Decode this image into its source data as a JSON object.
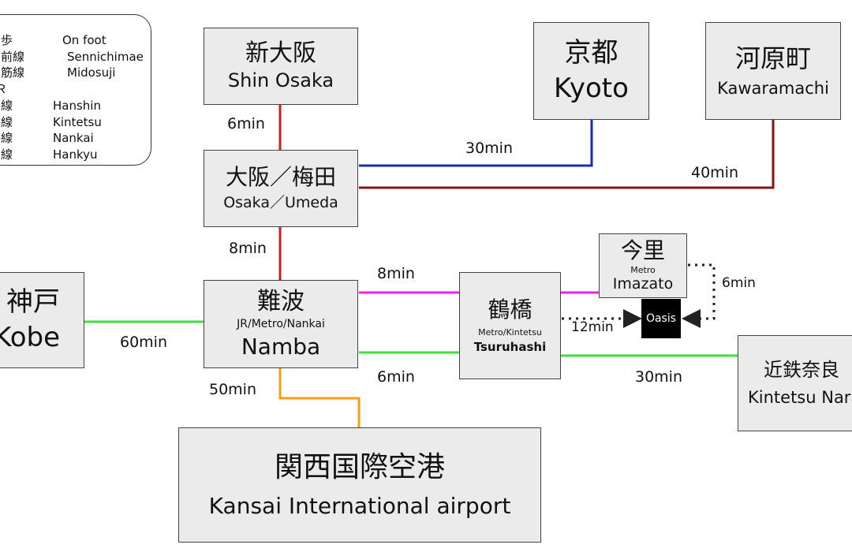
{
  "colors": {
    "jr": "#cc1f1f",
    "hankyu": "#8a1111",
    "keihan": "#1a2fae",
    "metro_sennichimae": "#ee22ee",
    "kintetsu": "#3ee03e",
    "nankai": "#f0a010",
    "on_foot": "#222222"
  },
  "legend": [
    {
      "jp": "徒　歩",
      "en": "On foot"
    },
    {
      "jp": "千日前線",
      "en": "Sennichimae"
    },
    {
      "jp": "御堂筋線",
      "en": "Midosuji"
    },
    {
      "jp": "ＪＲ",
      "en": ""
    },
    {
      "jp": "阪神線",
      "en": "Hanshin"
    },
    {
      "jp": "近鉄線",
      "en": "Kintetsu"
    },
    {
      "jp": "南海線",
      "en": "Nankai"
    },
    {
      "jp": "阪急線",
      "en": "Hankyu"
    }
  ],
  "stations": {
    "shin_osaka": {
      "jp": "新大阪",
      "en": "Shin Osaka"
    },
    "umeda": {
      "jp": "大阪／梅田",
      "en": "Osaka／Umeda"
    },
    "kyoto": {
      "jp": "京都",
      "en": "Kyoto"
    },
    "kawaramachi": {
      "jp": "河原町",
      "en": "Kawaramachi"
    },
    "kobe": {
      "jp": "神戸",
      "en": "Kobe"
    },
    "namba": {
      "jp": "難波",
      "sub": "JR/Metro/Nankai",
      "en": "Namba"
    },
    "imazato": {
      "jp": "今里",
      "sub": "Metro",
      "en": "Imazato"
    },
    "tsuruhashi": {
      "jp": "鶴橋",
      "sub": "Metro/Kintetsu",
      "en": "Tsuruhashi"
    },
    "nara": {
      "jp": "近鉄奈良",
      "en": "Kintetsu Nara"
    },
    "kansai": {
      "jp": "関西国際空港",
      "en": "Kansai International airport"
    }
  },
  "oasis": "Oasis",
  "times": {
    "shin_umeda": "6min",
    "umeda_kyoto": "30min",
    "umeda_kawaramachi": "40min",
    "umeda_namba": "8min",
    "namba_tsuruhashi": "8min",
    "kobe_namba": "60min",
    "namba_tsuruhashi_kintetsu": "6min",
    "tsuruhashi_nara": "30min",
    "namba_kansai": "50min",
    "tsuruhashi_oasis": "12min",
    "imazato_oasis": "6min"
  }
}
